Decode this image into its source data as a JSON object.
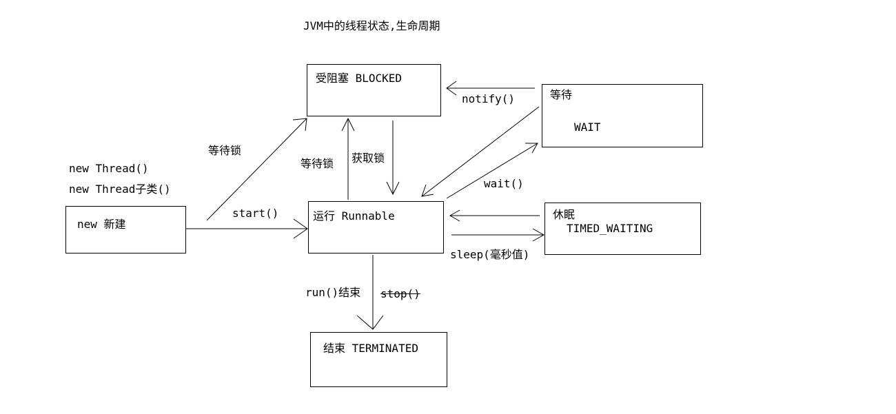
{
  "title": "JVM中的线程状态,生命周期",
  "states": {
    "blocked": "受阻塞 BLOCKED",
    "wait_cn": "等待",
    "wait_en": "WAIT",
    "new": "new 新建",
    "runnable": "运行 Runnable",
    "timed_cn": "休眠",
    "timed_en": "TIMED_WAITING",
    "terminated": "结束 TERMINATED"
  },
  "creation": {
    "line1": "new Thread()",
    "line2": "new Thread子类()"
  },
  "transitions": {
    "notify": "notify()",
    "wait_lock_left": "等待锁",
    "wait_lock_mid": "等待锁",
    "acquire_lock": "获取锁",
    "start": "start()",
    "wait_call": "wait()",
    "sleep": "sleep(毫秒值)",
    "run_end": "run()结束",
    "stop": "stop()"
  }
}
